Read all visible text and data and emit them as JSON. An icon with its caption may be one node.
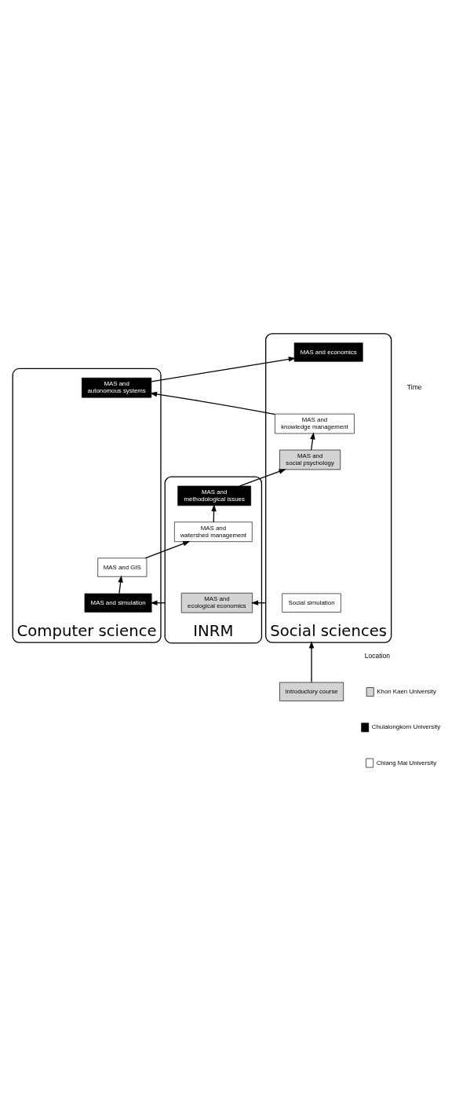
{
  "diagram": {
    "nodes": [
      {
        "text": [
          "Computer science"
        ]
      },
      {
        "text": [
          "INRM"
        ]
      },
      {
        "text": [
          "Social sciences"
        ]
      },
      {
        "text": [
          "Introductory course"
        ]
      },
      {
        "text": [
          "MAS and simulation"
        ],
        "in": 0
      },
      {
        "text": [
          "MAS and GIS"
        ],
        "in": 0
      },
      {
        "text": [
          "MAS and autonomous systems"
        ],
        "in": 0
      },
      {
        "text": [
          "MAS and ecological economics"
        ],
        "in": 1
      },
      {
        "text": [
          "MAS and watershed management"
        ],
        "in": 1
      },
      {
        "text": [
          "MAS and methodological issues"
        ],
        "in": 1
      },
      {
        "text": [
          "Social simulation"
        ],
        "in": 2
      },
      {
        "text": [
          "MAS and social psychology"
        ],
        "in": 2
      },
      {
        "text": [
          "MAS and knowledge management"
        ],
        "in": 2
      },
      {
        "text": [
          "MAS and economics"
        ],
        "in": 2
      }
    ],
    "edges": [
      {
        "from": 3,
        "to": 2,
        "arrow": "to"
      },
      {
        "from": 2,
        "to": 7,
        "arrow": "to"
      },
      {
        "from": 1,
        "to": 4,
        "arrow": "to"
      },
      {
        "from": 4,
        "to": 5,
        "arrow": "to"
      },
      {
        "from": 5,
        "to": 8,
        "arrow": "to"
      },
      {
        "from": 8,
        "to": 9,
        "arrow": "to"
      },
      {
        "from": 9,
        "to": 11,
        "arrow": "to"
      },
      {
        "from": 11,
        "to": 12,
        "arrow": "to"
      },
      {
        "from": 12,
        "to": 6,
        "arrow": "to"
      },
      {
        "from": 6,
        "to": 13,
        "arrow": "to"
      }
    ],
    "labels": [
      "Time",
      "Location"
    ],
    "legend": [
      {
        "text": "Khon Kaen University",
        "color": "#d3d3d3"
      },
      {
        "text": "Chulalongkorn University",
        "color": "#000000"
      },
      {
        "text": "Chiang Mai University",
        "color": "#ffffff"
      }
    ]
  }
}
